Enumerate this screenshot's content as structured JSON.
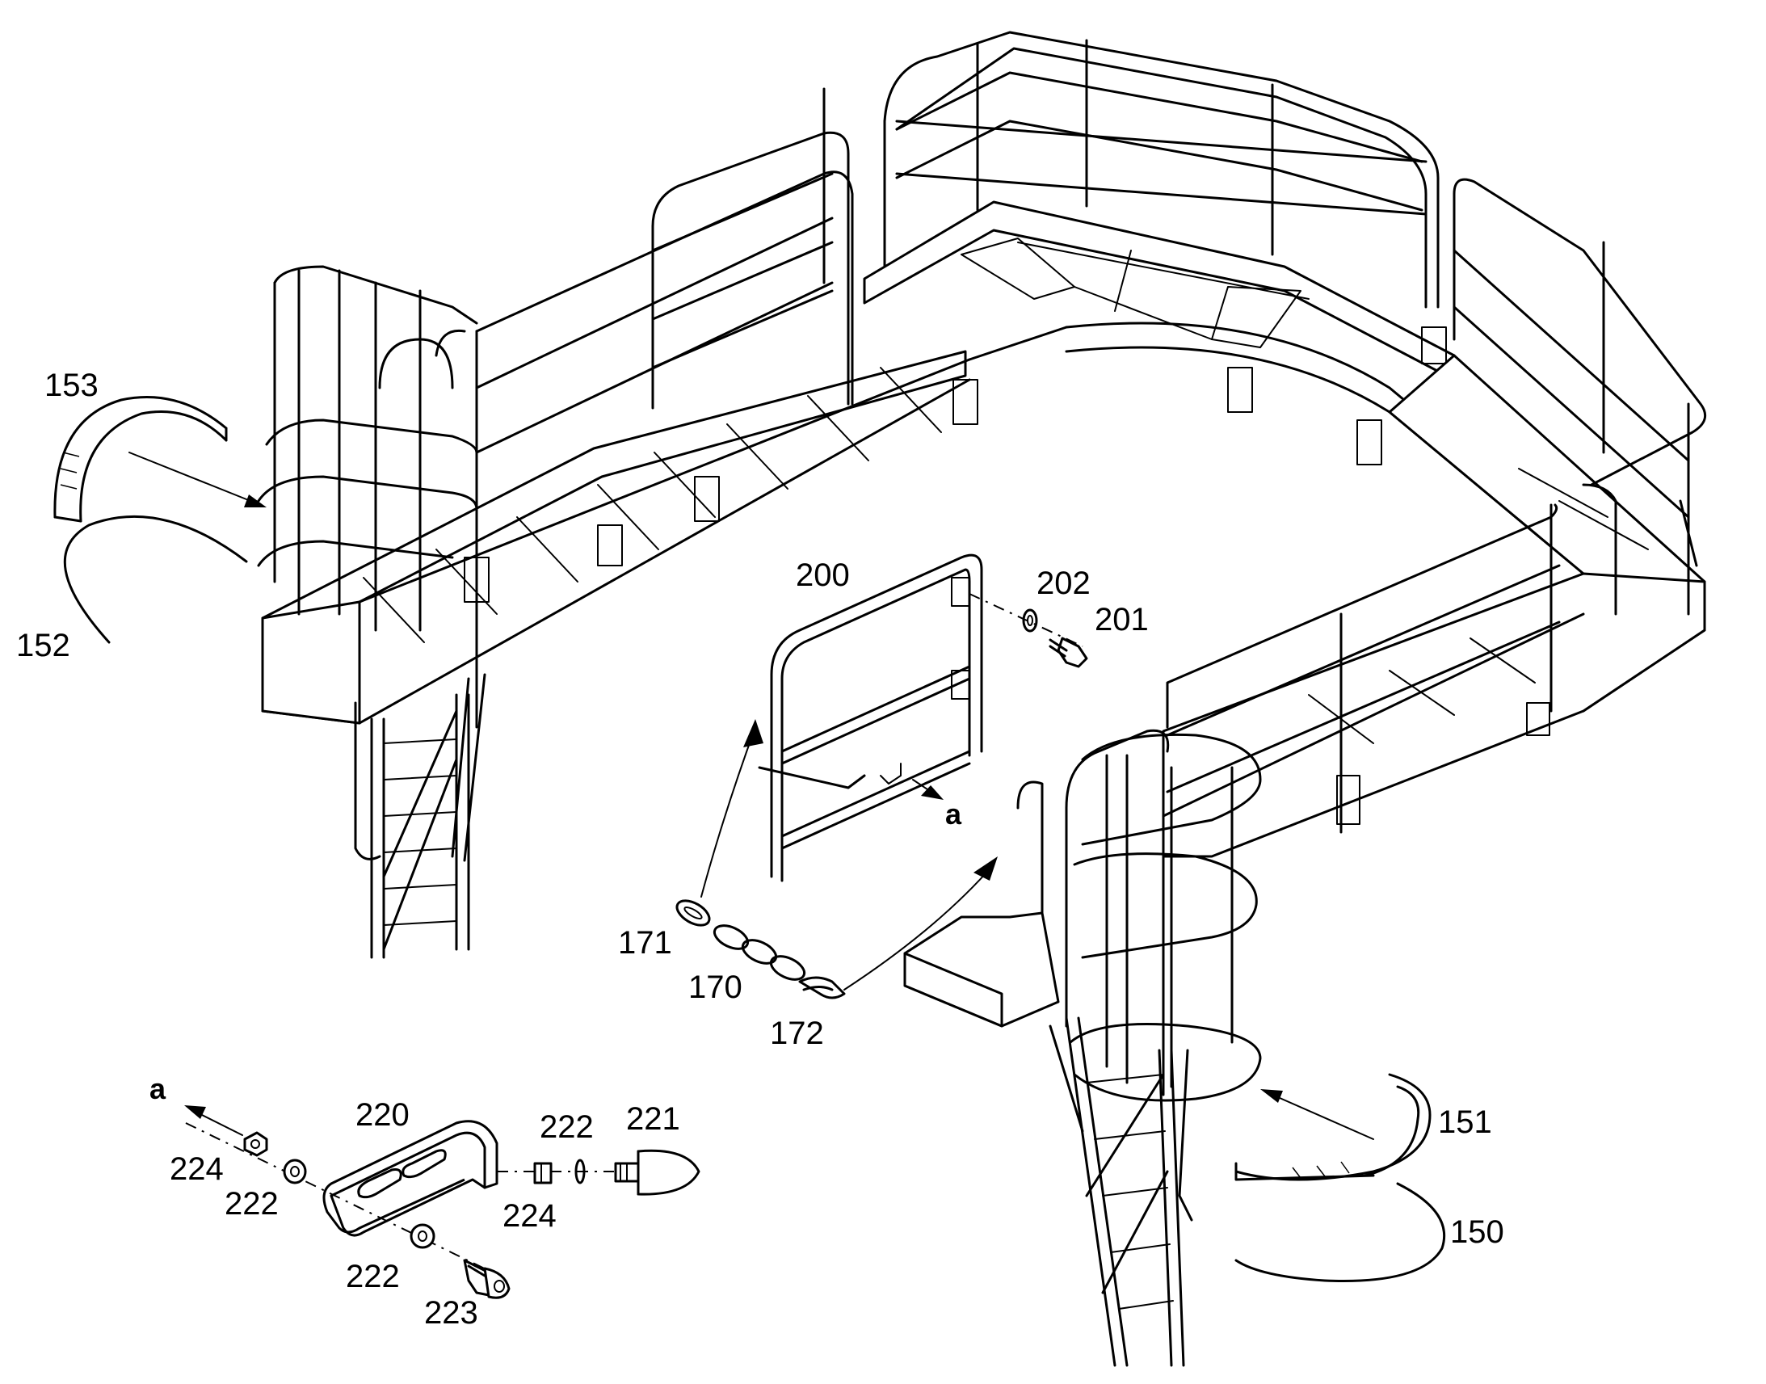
{
  "callouts": {
    "c153": "153",
    "c152": "152",
    "c200": "200",
    "c202": "202",
    "c201": "201",
    "ca_top": "a",
    "c171": "171",
    "c170": "170",
    "c172": "172",
    "ca_bottom": "a",
    "c220": "220",
    "c222_top": "222",
    "c221": "221",
    "c224_left": "224",
    "c222_left": "222",
    "c224_mid": "224",
    "c222_bot": "222",
    "c223": "223",
    "c151": "151",
    "c150": "150"
  },
  "colors": {
    "line": "#000000",
    "background": "#ffffff"
  }
}
